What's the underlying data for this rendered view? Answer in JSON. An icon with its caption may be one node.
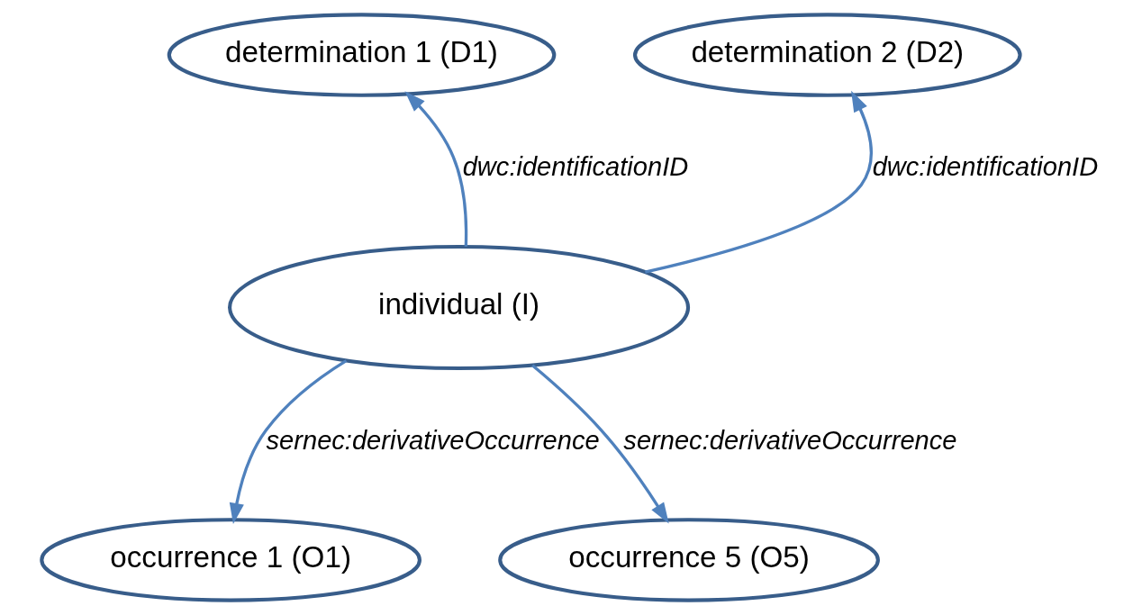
{
  "diagram": {
    "nodes": [
      {
        "text": [
          "determination 1 (D1)"
        ]
      },
      {
        "text": [
          "determination 2 (D2)"
        ]
      },
      {
        "text": [
          "individual (I)"
        ]
      },
      {
        "text": [
          "occurrence 1 (O1)"
        ]
      },
      {
        "text": [
          "occurrence 5 (O5)"
        ]
      }
    ],
    "edges": [
      {
        "from": 2,
        "to": 0,
        "arrow": "to",
        "label": "dwc:identificationID"
      },
      {
        "from": 2,
        "to": 1,
        "arrow": "to",
        "label": "dwc:identificationID"
      },
      {
        "from": 2,
        "to": 3,
        "arrow": "to",
        "label": "sernec:derivativeOccurrence"
      },
      {
        "from": 2,
        "to": 4,
        "arrow": "to",
        "label": "sernec:derivativeOccurrence"
      }
    ]
  }
}
